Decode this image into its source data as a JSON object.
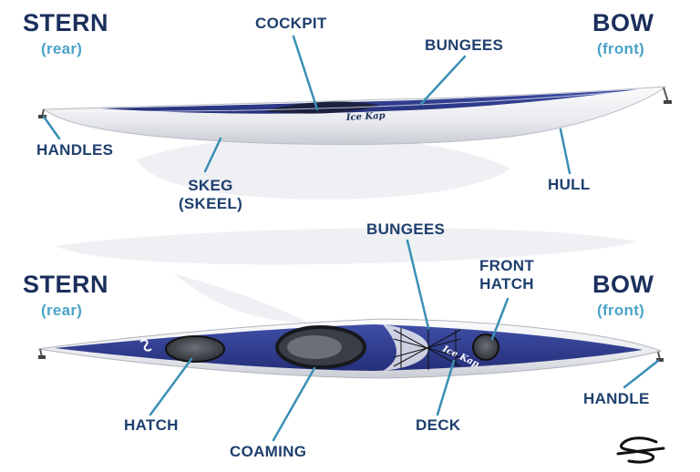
{
  "top_kayak": {
    "stern": {
      "title": "STERN",
      "subtitle": "(rear)"
    },
    "bow": {
      "title": "BOW",
      "subtitle": "(front)"
    },
    "brand_text": "Ice Kap",
    "labels": {
      "cockpit": "COCKPIT",
      "bungees": "BUNGEES",
      "handles": "HANDLES",
      "skeg_line1": "SKEG",
      "skeg_line2": "(SKEEL)",
      "hull": "HULL"
    }
  },
  "bottom_kayak": {
    "stern": {
      "title": "STERN",
      "subtitle": "(rear)"
    },
    "bow": {
      "title": "BOW",
      "subtitle": "(front)"
    },
    "brand_text": "Ice Kap",
    "labels": {
      "bungees": "BUNGEES",
      "front_hatch_line1": "FRONT",
      "front_hatch_line2": "HATCH",
      "hatch": "HATCH",
      "coaming": "COAMING",
      "deck": "DECK",
      "handle": "HANDLE"
    }
  },
  "colors": {
    "label_dark": "#1b2f5c",
    "label_blue": "#1e3f6e",
    "subtitle": "#4aa3c8",
    "leader": "#3a8fb5",
    "deck_blue": "#2f3c8c",
    "hull_white": "#f2f3f5",
    "watermark": "#eef0f2"
  },
  "icons": [
    "logo-icon"
  ]
}
